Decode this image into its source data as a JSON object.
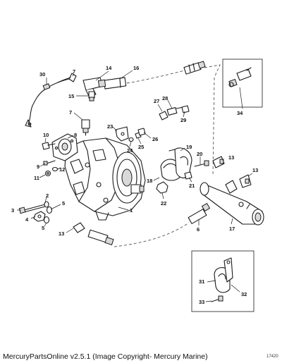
{
  "callouts": [
    "1",
    "2",
    "3",
    "4",
    "5",
    "6",
    "7",
    "8",
    "9",
    "10",
    "11",
    "12",
    "13",
    "14",
    "15",
    "16",
    "17",
    "18",
    "19",
    "20",
    "21",
    "22",
    "23",
    "24",
    "25",
    "26",
    "27",
    "28",
    "29",
    "30",
    "31",
    "32",
    "33",
    "34"
  ],
  "footer": {
    "credit": "MercuryPartsOnline v2.5.1 (Image Copyright- Mercury Marine)"
  },
  "doc_number": "17420"
}
